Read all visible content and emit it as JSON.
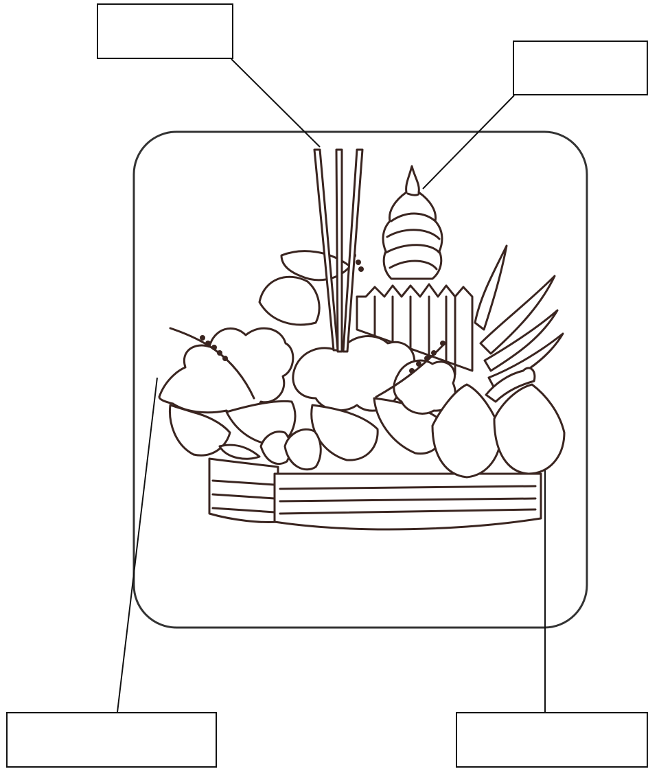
{
  "diagram": {
    "subject": "krathong",
    "line_color": "#3a2520",
    "leader_color": "#111111",
    "labels": [
      {
        "id": "incense-sticks",
        "text": ""
      },
      {
        "id": "candle",
        "text": ""
      },
      {
        "id": "flowers",
        "text": ""
      },
      {
        "id": "banana-leaf-base",
        "text": ""
      }
    ]
  }
}
